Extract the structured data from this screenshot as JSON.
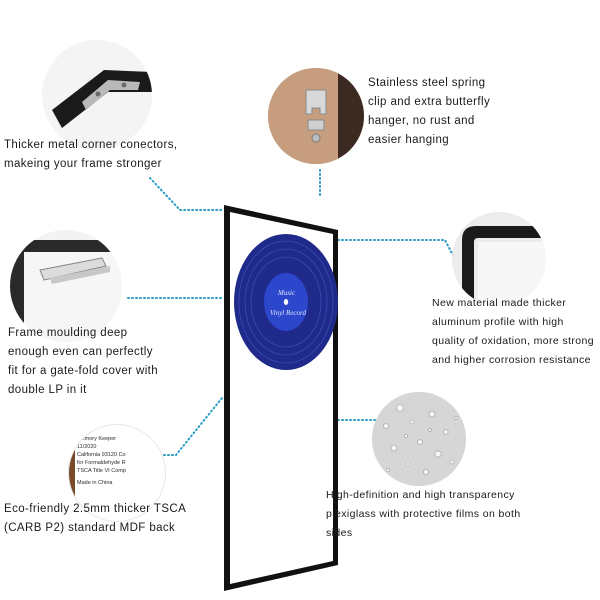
{
  "callouts": {
    "corner_connectors": "Thicker metal corner conectors,\nmakeing your frame stronger",
    "spring_clip": "Stainless steel spring\nclip and extra butterfly\nhanger, no rust and\neasier hanging",
    "frame_moulding": "Frame moulding deep\nenough even can perfectly\nfit for a gate-fold cover with\ndouble LP in it",
    "aluminum_profile": "New material made thicker\naluminum profile with high\nquality of oxidation, more strong\nand higher corrosion resistance",
    "mdf_back": "Eco-friendly 2.5mm thicker TSCA\n(CARB P2) standard MDF back",
    "plexiglass": "High-definition and high transparency\nplexiglass with protective films on both\nsides"
  },
  "record_label": {
    "line1": "Music",
    "line2": "Vinyl Record"
  },
  "mdf_sticker": {
    "lines": [
      "Memory Keeper",
      "11/2020",
      "California 93120 Co",
      "for Formaldehyde R",
      "TSCA Title VI Comp",
      "Made in China"
    ]
  },
  "colors": {
    "dotted_line": "#2a9bc4",
    "frame": "#111111",
    "record": "#1e2a8c",
    "record_label": "#2d46c9"
  }
}
